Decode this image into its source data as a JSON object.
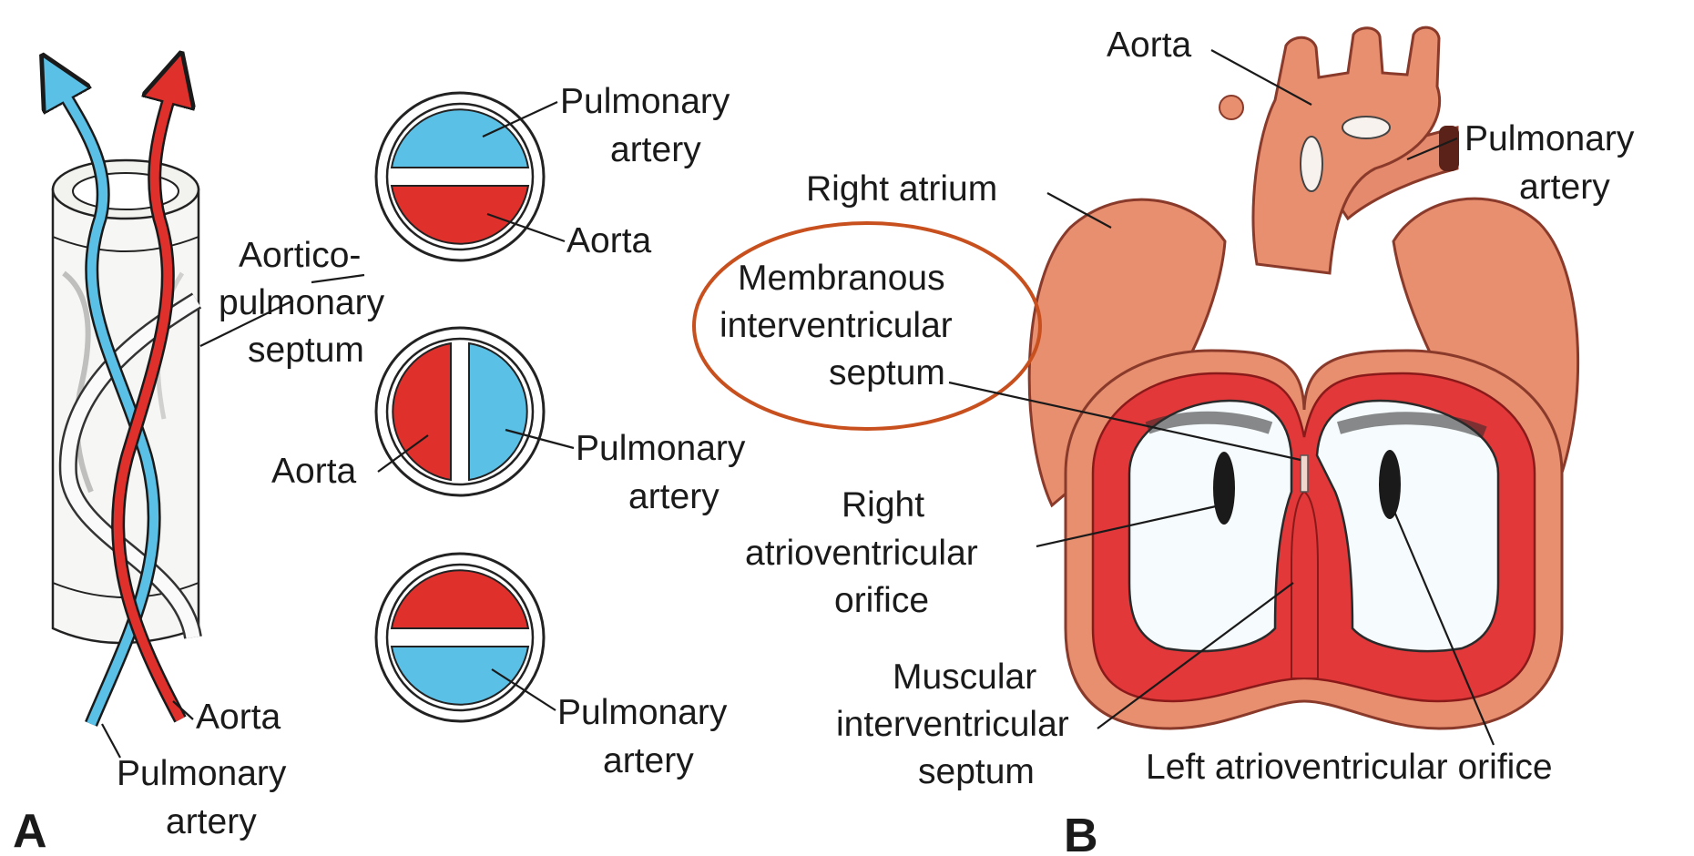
{
  "panel_a": {
    "letter": "A",
    "labels": {
      "aortico_1": "Aortico-",
      "aortico_2": "pulmonary",
      "aortico_3": "septum",
      "aorta_bottom": "Aorta",
      "pa_bottom_1": "Pulmonary",
      "pa_bottom_2": "artery",
      "cs1_pa_1": "Pulmonary",
      "cs1_pa_2": "artery",
      "cs1_aorta": "Aorta",
      "cs2_aorta": "Aorta",
      "cs2_pa_1": "Pulmonary",
      "cs2_pa_2": "artery",
      "cs3_pa_1": "Pulmonary",
      "cs3_pa_2": "artery"
    }
  },
  "panel_b": {
    "letter": "B",
    "labels": {
      "aorta": "Aorta",
      "pa_1": "Pulmonary",
      "pa_2": "artery",
      "right_atrium": "Right atrium",
      "membranous_1": "Membranous",
      "membranous_2": "interventricular",
      "membranous_3": "septum",
      "right_av_1": "Right",
      "right_av_2": "atrioventricular",
      "right_av_3": "orifice",
      "muscular_1": "Muscular",
      "muscular_2": "interventricular",
      "muscular_3": "septum",
      "left_av": "Left atrioventricular orifice"
    }
  },
  "colors": {
    "pulmonary": "#5bc0e6",
    "aorta": "#e0302c",
    "heart_tissue": "#e88f70",
    "ventricle_wall": "#e2383a",
    "highlight_ellipse": "#c8501e"
  }
}
